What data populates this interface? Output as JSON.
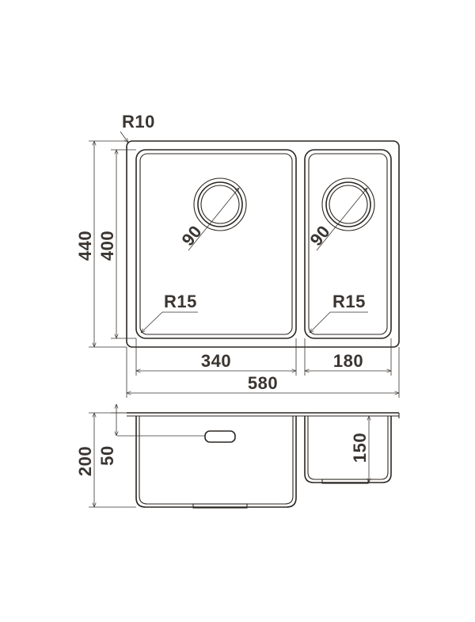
{
  "labels": {
    "corner_radius_outer": "R10",
    "overall_depth": "440",
    "inner_depth": "400",
    "left_drain_diameter": "90",
    "right_drain_diameter": "90",
    "left_corner_radius": "R15",
    "right_corner_radius": "R15",
    "left_bowl_width": "340",
    "right_bowl_width": "180",
    "overall_width": "580",
    "bowl_height": "200",
    "overflow_height": "50",
    "small_bowl_height": "150"
  },
  "colors": {
    "line": "#2b2622",
    "text": "#3a3531"
  }
}
